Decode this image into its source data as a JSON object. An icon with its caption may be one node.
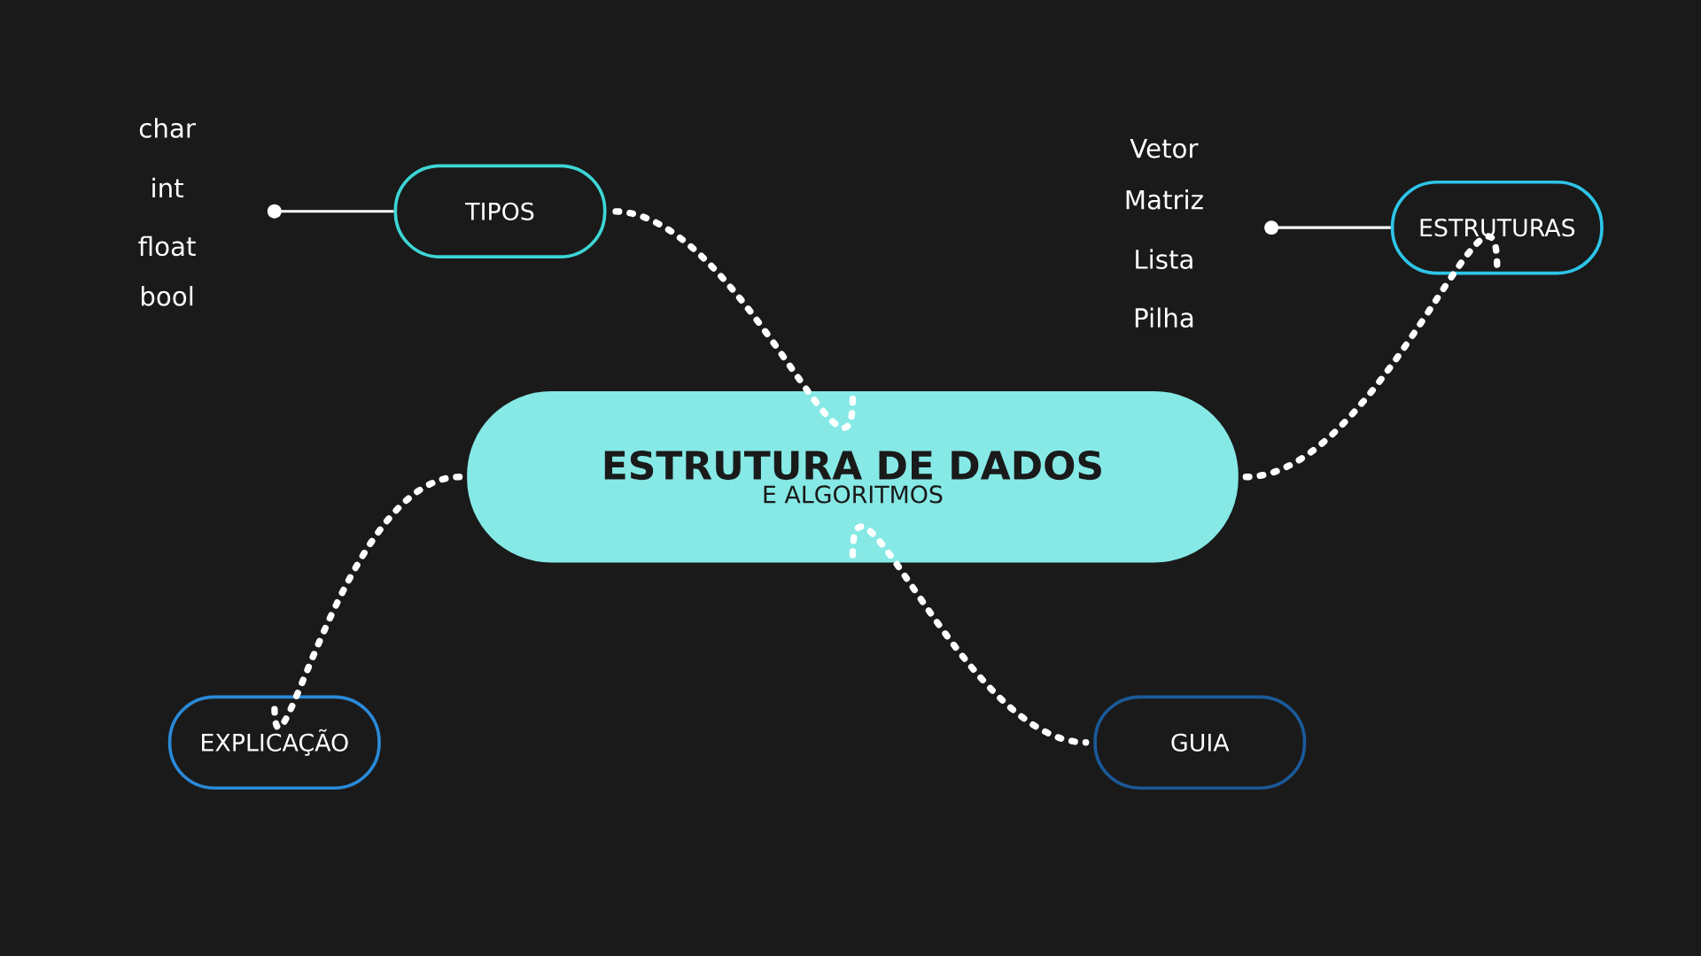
{
  "diagram": {
    "nodes": [
      {
        "text": [
          "ESTRUTURA DE DADOS",
          "E ALGORITMOS"
        ]
      },
      {
        "text": [
          "TIPOS"
        ]
      },
      {
        "text": [
          "ESTRUTURAS"
        ]
      },
      {
        "text": [
          "EXPLICAÇÃO"
        ]
      },
      {
        "text": [
          "GUIA"
        ]
      },
      {
        "text": [],
        "shape": "circle"
      },
      {
        "text": [],
        "shape": "circle"
      }
    ],
    "edges": [
      {
        "from": 0,
        "to": 1,
        "arrow": "none",
        "style": "dashed"
      },
      {
        "from": 0,
        "to": 2,
        "arrow": "none",
        "style": "dashed"
      },
      {
        "from": 0,
        "to": 3,
        "arrow": "none",
        "style": "dashed"
      },
      {
        "from": 0,
        "to": 4,
        "arrow": "none",
        "style": "dashed"
      },
      {
        "from": 1,
        "to": 5,
        "arrow": "none"
      },
      {
        "from": 2,
        "to": 6,
        "arrow": "none"
      }
    ],
    "labels": [
      "char",
      "int",
      "float",
      "bool",
      "Vetor",
      "Matriz",
      "Lista",
      "Pilha"
    ]
  }
}
